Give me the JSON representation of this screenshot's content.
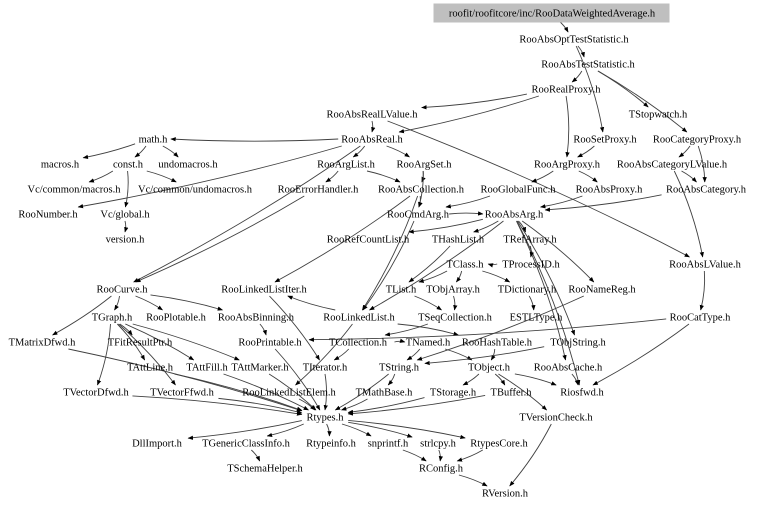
{
  "graph": {
    "type": "include-dependency-graph",
    "root": "roofit/roofitcore/inc/RooDataWeightedAverage.h",
    "root_fill": "#bfbfbf",
    "edge_color": "#404040",
    "nodes": [
      "roofit/roofitcore/inc/RooDataWeightedAverage.h",
      "RooAbsOptTestStatistic.h",
      "RooAbsTestStatistic.h",
      "RooRealProxy.h",
      "RooAbsRealLValue.h",
      "TStopwatch.h",
      "math.h",
      "RooAbsReal.h",
      "RooSetProxy.h",
      "RooCategoryProxy.h",
      "macros.h",
      "const.h",
      "undomacros.h",
      "RooArgList.h",
      "RooArgSet.h",
      "RooArgProxy.h",
      "RooAbsCategoryLValue.h",
      "Vc/common/macros.h",
      "Vc/common/undomacros.h",
      "RooErrorHandler.h",
      "RooAbsCollection.h",
      "RooGlobalFunc.h",
      "RooAbsProxy.h",
      "RooAbsCategory.h",
      "RooNumber.h",
      "Vc/global.h",
      "RooCmdArg.h",
      "RooAbsArg.h",
      "version.h",
      "RooRefCountList.h",
      "THashList.h",
      "TRefArray.h",
      "TClass.h",
      "TProcessID.h",
      "RooAbsLValue.h",
      "RooCurve.h",
      "RooLinkedListIter.h",
      "TList.h",
      "TObjArray.h",
      "TDictionary.h",
      "RooNameReg.h",
      "TGraph.h",
      "RooPlotable.h",
      "RooAbsBinning.h",
      "RooLinkedList.h",
      "TSeqCollection.h",
      "ESTLType.h",
      "TMatrixDfwd.h",
      "RooCatType.h",
      "TFitResultPtr.h",
      "RooPrintable.h",
      "TCollection.h",
      "TNamed.h",
      "RooHashTable.h",
      "TObjString.h",
      "TAttLine.h",
      "TAttFill.h",
      "TAttMarker.h",
      "TIterator.h",
      "TString.h",
      "TObject.h",
      "RooAbsCache.h",
      "TVectorDfwd.h",
      "TVectorFfwd.h",
      "RooLinkedListElem.h",
      "TMathBase.h",
      "TStorage.h",
      "TBuffer.h",
      "Riosfwd.h",
      "Rtypes.h",
      "TVersionCheck.h",
      "DllImport.h",
      "TGenericClassInfo.h",
      "Rtypeinfo.h",
      "snprintf.h",
      "strlcpy.h",
      "RtypesCore.h",
      "TSchemaHelper.h",
      "RConfig.h",
      "RVersion.h"
    ],
    "edges": [
      [
        0,
        1
      ],
      [
        1,
        2
      ],
      [
        2,
        3
      ],
      [
        2,
        5
      ],
      [
        2,
        9
      ],
      [
        1,
        8
      ],
      [
        3,
        4
      ],
      [
        3,
        7
      ],
      [
        3,
        15
      ],
      [
        4,
        7
      ],
      [
        4,
        34
      ],
      [
        7,
        6
      ],
      [
        7,
        14
      ],
      [
        7,
        13
      ],
      [
        7,
        24
      ],
      [
        7,
        35
      ],
      [
        6,
        10
      ],
      [
        6,
        11
      ],
      [
        6,
        12
      ],
      [
        11,
        17
      ],
      [
        11,
        18
      ],
      [
        11,
        25
      ],
      [
        25,
        28
      ],
      [
        13,
        19
      ],
      [
        13,
        20
      ],
      [
        14,
        20
      ],
      [
        14,
        26
      ],
      [
        15,
        22
      ],
      [
        15,
        21
      ],
      [
        8,
        15
      ],
      [
        9,
        16
      ],
      [
        9,
        23
      ],
      [
        16,
        23
      ],
      [
        16,
        34
      ],
      [
        23,
        27
      ],
      [
        22,
        27
      ],
      [
        21,
        26
      ],
      [
        20,
        26
      ],
      [
        20,
        36
      ],
      [
        20,
        44
      ],
      [
        26,
        27
      ],
      [
        26,
        44
      ],
      [
        27,
        29
      ],
      [
        27,
        30
      ],
      [
        27,
        31
      ],
      [
        27,
        40
      ],
      [
        27,
        44
      ],
      [
        27,
        61
      ],
      [
        27,
        54
      ],
      [
        27,
        68
      ],
      [
        30,
        37
      ],
      [
        31,
        33
      ],
      [
        32,
        38
      ],
      [
        32,
        39
      ],
      [
        32,
        37
      ],
      [
        33,
        32
      ],
      [
        37,
        45
      ],
      [
        38,
        45
      ],
      [
        39,
        46
      ],
      [
        45,
        51
      ],
      [
        35,
        41
      ],
      [
        35,
        42
      ],
      [
        35,
        43
      ],
      [
        35,
        47
      ],
      [
        41,
        49
      ],
      [
        41,
        55
      ],
      [
        41,
        56
      ],
      [
        41,
        57
      ],
      [
        41,
        62
      ],
      [
        41,
        63
      ],
      [
        43,
        50
      ],
      [
        44,
        64
      ],
      [
        44,
        53
      ],
      [
        44,
        36
      ],
      [
        36,
        58
      ],
      [
        51,
        52
      ],
      [
        51,
        58
      ],
      [
        52,
        59
      ],
      [
        52,
        60
      ],
      [
        53,
        60
      ],
      [
        54,
        59
      ],
      [
        60,
        66
      ],
      [
        60,
        67
      ],
      [
        60,
        68
      ],
      [
        60,
        70
      ],
      [
        59,
        65
      ],
      [
        59,
        69
      ],
      [
        40,
        59
      ],
      [
        48,
        68
      ],
      [
        48,
        50
      ],
      [
        34,
        48
      ],
      [
        50,
        69
      ],
      [
        64,
        69
      ],
      [
        55,
        69
      ],
      [
        56,
        69
      ],
      [
        57,
        69
      ],
      [
        58,
        69
      ],
      [
        62,
        69
      ],
      [
        63,
        69
      ],
      [
        47,
        69
      ],
      [
        65,
        69
      ],
      [
        66,
        69
      ],
      [
        67,
        69
      ],
      [
        69,
        71
      ],
      [
        69,
        72
      ],
      [
        69,
        73
      ],
      [
        69,
        74
      ],
      [
        69,
        75
      ],
      [
        69,
        76
      ],
      [
        72,
        77
      ],
      [
        74,
        78
      ],
      [
        75,
        78
      ],
      [
        76,
        78
      ],
      [
        78,
        79
      ],
      [
        70,
        79
      ],
      [
        61,
        68
      ],
      [
        19,
        35
      ]
    ]
  }
}
